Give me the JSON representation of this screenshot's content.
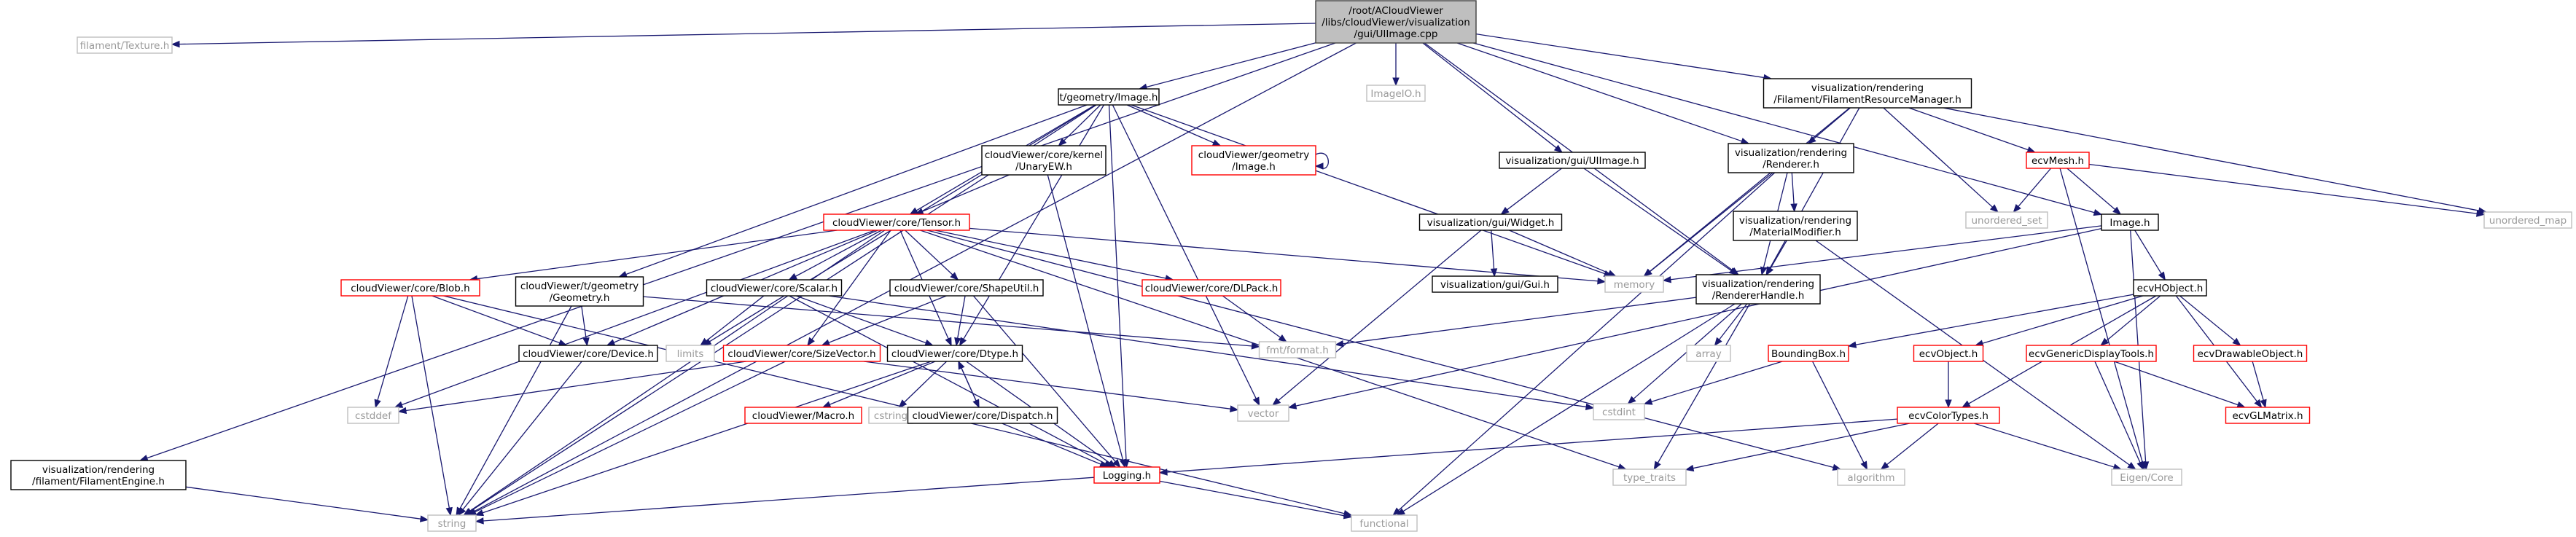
{
  "title": "/root/ACloudViewer/libs/cloudViewer/visualization/gui/UIImage.cpp",
  "legend": {
    "root_fill": "#bfbfbf",
    "documented_border": "#000000",
    "undocumented_border": "#ff0000",
    "external_border": "#bfbfbf",
    "external_text": "#999999",
    "edge_color": "#191970"
  },
  "nodes": [
    {
      "id": "root",
      "lines": [
        "/root/ACloudViewer",
        "/libs/cloudViewer/visualization",
        "/gui/UIImage.cpp"
      ],
      "kind": "root"
    },
    {
      "id": "filament_texture",
      "lines": [
        "filament/Texture.h"
      ],
      "kind": "external"
    },
    {
      "id": "tgeometry_image",
      "lines": [
        "t/geometry/Image.h"
      ],
      "kind": "documented"
    },
    {
      "id": "imageio",
      "lines": [
        "ImageIO.h"
      ],
      "kind": "external"
    },
    {
      "id": "vis_rend_filres",
      "lines": [
        "visualization/rendering",
        "/Filament/FilamentResourceManager.h"
      ],
      "kind": "documented"
    },
    {
      "id": "core_kernel_unary",
      "lines": [
        "cloudViewer/core/kernel",
        "/UnaryEW.h"
      ],
      "kind": "documented"
    },
    {
      "id": "cv_geometry_image",
      "lines": [
        "cloudViewer/geometry",
        "/Image.h"
      ],
      "kind": "undocumented"
    },
    {
      "id": "vis_gui_uiimage",
      "lines": [
        "visualization/gui/UIImage.h"
      ],
      "kind": "documented"
    },
    {
      "id": "vis_rend_renderer",
      "lines": [
        "visualization/rendering",
        "/Renderer.h"
      ],
      "kind": "documented"
    },
    {
      "id": "ecvmesh",
      "lines": [
        "ecvMesh.h"
      ],
      "kind": "undocumented"
    },
    {
      "id": "unordered_map",
      "lines": [
        "unordered_map"
      ],
      "kind": "external"
    },
    {
      "id": "core_tensor",
      "lines": [
        "cloudViewer/core/Tensor.h"
      ],
      "kind": "undocumented"
    },
    {
      "id": "vis_gui_widget",
      "lines": [
        "visualization/gui/Widget.h"
      ],
      "kind": "documented"
    },
    {
      "id": "vis_rend_matmod",
      "lines": [
        "visualization/rendering",
        "/MaterialModifier.h"
      ],
      "kind": "documented"
    },
    {
      "id": "unordered_set",
      "lines": [
        "unordered_set"
      ],
      "kind": "external"
    },
    {
      "id": "image_h",
      "lines": [
        "Image.h"
      ],
      "kind": "documented"
    },
    {
      "id": "memory",
      "lines": [
        "memory"
      ],
      "kind": "external"
    },
    {
      "id": "vis_gui_gui",
      "lines": [
        "visualization/gui/Gui.h"
      ],
      "kind": "documented"
    },
    {
      "id": "core_blob",
      "lines": [
        "cloudViewer/core/Blob.h"
      ],
      "kind": "undocumented"
    },
    {
      "id": "tgeometry_geometry",
      "lines": [
        "cloudViewer/t/geometry",
        "/Geometry.h"
      ],
      "kind": "documented"
    },
    {
      "id": "core_scalar",
      "lines": [
        "cloudViewer/core/Scalar.h"
      ],
      "kind": "documented"
    },
    {
      "id": "core_shapeutil",
      "lines": [
        "cloudViewer/core/ShapeUtil.h"
      ],
      "kind": "documented"
    },
    {
      "id": "core_dlpack",
      "lines": [
        "cloudViewer/core/DLPack.h"
      ],
      "kind": "undocumented"
    },
    {
      "id": "vis_rend_handle",
      "lines": [
        "visualization/rendering",
        "/RendererHandle.h"
      ],
      "kind": "documented"
    },
    {
      "id": "ecvhobject",
      "lines": [
        "ecvHObject.h"
      ],
      "kind": "documented"
    },
    {
      "id": "core_device",
      "lines": [
        "cloudViewer/core/Device.h"
      ],
      "kind": "documented"
    },
    {
      "id": "fmt_format",
      "lines": [
        "fmt/format.h"
      ],
      "kind": "external"
    },
    {
      "id": "limits",
      "lines": [
        "limits"
      ],
      "kind": "external"
    },
    {
      "id": "core_sizevector",
      "lines": [
        "cloudViewer/core/SizeVector.h"
      ],
      "kind": "undocumented"
    },
    {
      "id": "core_dtype",
      "lines": [
        "cloudViewer/core/Dtype.h"
      ],
      "kind": "documented"
    },
    {
      "id": "array",
      "lines": [
        "array"
      ],
      "kind": "external"
    },
    {
      "id": "boundingbox",
      "lines": [
        "BoundingBox.h"
      ],
      "kind": "undocumented"
    },
    {
      "id": "ecvobject",
      "lines": [
        "ecvObject.h"
      ],
      "kind": "undocumented"
    },
    {
      "id": "ecvgenericdisplay",
      "lines": [
        "ecvGenericDisplayTools.h"
      ],
      "kind": "undocumented"
    },
    {
      "id": "ecvdrawable",
      "lines": [
        "ecvDrawableObject.h"
      ],
      "kind": "undocumented"
    },
    {
      "id": "cstddef",
      "lines": [
        "cstddef"
      ],
      "kind": "external"
    },
    {
      "id": "vector",
      "lines": [
        "vector"
      ],
      "kind": "external"
    },
    {
      "id": "cstdint",
      "lines": [
        "cstdint"
      ],
      "kind": "external"
    },
    {
      "id": "cstring",
      "lines": [
        "cstring"
      ],
      "kind": "external"
    },
    {
      "id": "core_macro",
      "lines": [
        "cloudViewer/Macro.h"
      ],
      "kind": "undocumented"
    },
    {
      "id": "core_dispatch",
      "lines": [
        "cloudViewer/core/Dispatch.h"
      ],
      "kind": "documented"
    },
    {
      "id": "ecvcolortypes",
      "lines": [
        "ecvColorTypes.h"
      ],
      "kind": "undocumented"
    },
    {
      "id": "ecvglmatrix",
      "lines": [
        "ecvGLMatrix.h"
      ],
      "kind": "undocumented"
    },
    {
      "id": "vis_rend_filengine",
      "lines": [
        "visualization/rendering",
        "/filament/FilamentEngine.h"
      ],
      "kind": "documented"
    },
    {
      "id": "logging",
      "lines": [
        "Logging.h"
      ],
      "kind": "undocumented"
    },
    {
      "id": "type_traits",
      "lines": [
        "type_traits"
      ],
      "kind": "external"
    },
    {
      "id": "algorithm",
      "lines": [
        "algorithm"
      ],
      "kind": "external"
    },
    {
      "id": "eigen_core",
      "lines": [
        "Eigen/Core"
      ],
      "kind": "external"
    },
    {
      "id": "string",
      "lines": [
        "string"
      ],
      "kind": "external"
    },
    {
      "id": "functional",
      "lines": [
        "functional"
      ],
      "kind": "external"
    }
  ],
  "edges": [
    [
      "root",
      "filament_texture"
    ],
    [
      "root",
      "tgeometry_image"
    ],
    [
      "root",
      "imageio"
    ],
    [
      "root",
      "vis_rend_filres"
    ],
    [
      "root",
      "vis_gui_uiimage"
    ],
    [
      "root",
      "vis_rend_renderer"
    ],
    [
      "root",
      "image_h"
    ],
    [
      "root",
      "vis_rend_filengine"
    ],
    [
      "root",
      "string"
    ],
    [
      "root",
      "vis_rend_handle"
    ],
    [
      "tgeometry_image",
      "core_kernel_unary"
    ],
    [
      "tgeometry_image",
      "cv_geometry_image"
    ],
    [
      "tgeometry_image",
      "core_tensor"
    ],
    [
      "tgeometry_image",
      "tgeometry_geometry"
    ],
    [
      "tgeometry_image",
      "memory"
    ],
    [
      "tgeometry_image",
      "vector"
    ],
    [
      "tgeometry_image",
      "limits"
    ],
    [
      "tgeometry_image",
      "string"
    ],
    [
      "tgeometry_image",
      "core_dtype"
    ],
    [
      "tgeometry_image",
      "logging"
    ],
    [
      "core_kernel_unary",
      "core_tensor"
    ],
    [
      "core_kernel_unary",
      "logging"
    ],
    [
      "cv_geometry_image",
      "cv_geometry_image"
    ],
    [
      "vis_rend_filres",
      "vis_rend_renderer"
    ],
    [
      "vis_rend_filres",
      "ecvmesh"
    ],
    [
      "vis_rend_filres",
      "unordered_map"
    ],
    [
      "vis_rend_filres",
      "unordered_set"
    ],
    [
      "vis_rend_filres",
      "memory"
    ],
    [
      "vis_rend_filres",
      "vis_rend_handle"
    ],
    [
      "vis_gui_uiimage",
      "vis_gui_widget"
    ],
    [
      "vis_gui_uiimage",
      "vis_rend_handle"
    ],
    [
      "vis_rend_renderer",
      "vis_rend_matmod"
    ],
    [
      "vis_rend_renderer",
      "vis_rend_handle"
    ],
    [
      "vis_rend_renderer",
      "memory"
    ],
    [
      "vis_rend_renderer",
      "functional"
    ],
    [
      "ecvmesh",
      "image_h"
    ],
    [
      "ecvmesh",
      "unordered_set"
    ],
    [
      "ecvmesh",
      "unordered_map"
    ],
    [
      "ecvmesh",
      "eigen_core"
    ],
    [
      "core_tensor",
      "core_blob"
    ],
    [
      "core_tensor",
      "core_device"
    ],
    [
      "core_tensor",
      "core_scalar"
    ],
    [
      "core_tensor",
      "core_shapeutil"
    ],
    [
      "core_tensor",
      "core_dlpack"
    ],
    [
      "core_tensor",
      "core_sizevector"
    ],
    [
      "core_tensor",
      "core_dtype"
    ],
    [
      "core_tensor",
      "memory"
    ],
    [
      "core_tensor",
      "cstddef"
    ],
    [
      "core_tensor",
      "string"
    ],
    [
      "core_tensor",
      "type_traits"
    ],
    [
      "core_tensor",
      "algorithm"
    ],
    [
      "vis_gui_widget",
      "vis_gui_gui"
    ],
    [
      "vis_gui_widget",
      "memory"
    ],
    [
      "vis_gui_widget",
      "vector"
    ],
    [
      "vis_rend_matmod",
      "vis_rend_handle"
    ],
    [
      "vis_rend_matmod",
      "eigen_core"
    ],
    [
      "image_h",
      "ecvhobject"
    ],
    [
      "image_h",
      "memory"
    ],
    [
      "image_h",
      "vector"
    ],
    [
      "image_h",
      "eigen_core"
    ],
    [
      "core_blob",
      "core_device"
    ],
    [
      "core_blob",
      "cstddef"
    ],
    [
      "core_blob",
      "string"
    ],
    [
      "core_blob",
      "functional"
    ],
    [
      "tgeometry_geometry",
      "core_device"
    ],
    [
      "tgeometry_geometry",
      "string"
    ],
    [
      "tgeometry_geometry",
      "fmt_format"
    ],
    [
      "core_scalar",
      "core_dtype"
    ],
    [
      "core_scalar",
      "limits"
    ],
    [
      "core_scalar",
      "logging"
    ],
    [
      "core_scalar",
      "cstdint"
    ],
    [
      "core_shapeutil",
      "core_sizevector"
    ],
    [
      "core_shapeutil",
      "logging"
    ],
    [
      "core_shapeutil",
      "core_dtype"
    ],
    [
      "core_dlpack",
      "fmt_format"
    ],
    [
      "vis_rend_handle",
      "fmt_format"
    ],
    [
      "vis_rend_handle",
      "array"
    ],
    [
      "vis_rend_handle",
      "cstdint"
    ],
    [
      "vis_rend_handle",
      "type_traits"
    ],
    [
      "vis_rend_handle",
      "functional"
    ],
    [
      "ecvhobject",
      "boundingbox"
    ],
    [
      "ecvhobject",
      "ecvobject"
    ],
    [
      "ecvhobject",
      "ecvgenericdisplay"
    ],
    [
      "ecvhobject",
      "ecvdrawable"
    ],
    [
      "ecvhobject",
      "ecvcolortypes"
    ],
    [
      "ecvhobject",
      "ecvglmatrix"
    ],
    [
      "core_device",
      "string"
    ],
    [
      "core_sizevector",
      "cstddef"
    ],
    [
      "core_sizevector",
      "vector"
    ],
    [
      "core_sizevector",
      "string"
    ],
    [
      "core_dtype",
      "cstring"
    ],
    [
      "core_dtype",
      "core_macro"
    ],
    [
      "core_dtype",
      "core_dispatch"
    ],
    [
      "core_dtype",
      "string"
    ],
    [
      "core_dtype",
      "logging"
    ],
    [
      "core_dispatch",
      "core_dtype"
    ],
    [
      "core_dispatch",
      "logging"
    ],
    [
      "boundingbox",
      "cstdint"
    ],
    [
      "boundingbox",
      "algorithm"
    ],
    [
      "ecvobject",
      "ecvcolortypes"
    ],
    [
      "ecvgenericdisplay",
      "ecvglmatrix"
    ],
    [
      "ecvgenericdisplay",
      "eigen_core"
    ],
    [
      "ecvdrawable",
      "ecvglmatrix"
    ],
    [
      "ecvcolortypes",
      "logging"
    ],
    [
      "ecvcolortypes",
      "type_traits"
    ],
    [
      "ecvcolortypes",
      "algorithm"
    ],
    [
      "ecvcolortypes",
      "eigen_core"
    ],
    [
      "vis_rend_filengine",
      "string"
    ],
    [
      "logging",
      "string"
    ],
    [
      "logging",
      "functional"
    ]
  ]
}
